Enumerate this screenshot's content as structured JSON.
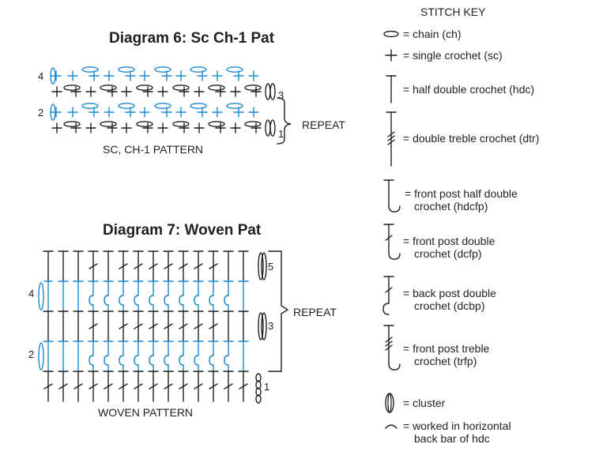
{
  "diagram6": {
    "title": "Diagram 6: Sc Ch-1 Pat",
    "caption": "SC, CH-1 PATTERN",
    "row_numbers": [
      "4",
      "3",
      "2",
      "1"
    ],
    "bracket_label": "REPEAT"
  },
  "diagram7": {
    "title": "Diagram 7: Woven Pat",
    "caption": "WOVEN PATTERN",
    "row_numbers": [
      "5",
      "4",
      "3",
      "2",
      "1"
    ],
    "bracket_label": "REPEAT"
  },
  "key": {
    "title": "STITCH KEY",
    "items": [
      {
        "icon": "chain-icon",
        "text": "= chain (ch)"
      },
      {
        "icon": "single-crochet-icon",
        "text": "= single crochet (sc)"
      },
      {
        "icon": "half-double-crochet-icon",
        "text": "= half double crochet (hdc)"
      },
      {
        "icon": "double-treble-crochet-icon",
        "text": "= double treble crochet (dtr)"
      },
      {
        "icon": "front-post-half-double-icon",
        "text": "= front post half double",
        "text2": "crochet (hdcfp)"
      },
      {
        "icon": "front-post-double-icon",
        "text": "= front post double",
        "text2": "crochet (dcfp)"
      },
      {
        "icon": "back-post-double-icon",
        "text": "= back post double",
        "text2": "crochet (dcbp)"
      },
      {
        "icon": "front-post-treble-icon",
        "text": "= front post treble",
        "text2": "crochet (trfp)"
      },
      {
        "icon": "cluster-icon",
        "text": "= cluster"
      },
      {
        "icon": "horizontal-back-bar-icon",
        "text": "= worked in horizontal",
        "text2": "back bar of hdc"
      }
    ]
  },
  "colors": {
    "ink": "#231f20",
    "blue": "#1b8ad0"
  }
}
